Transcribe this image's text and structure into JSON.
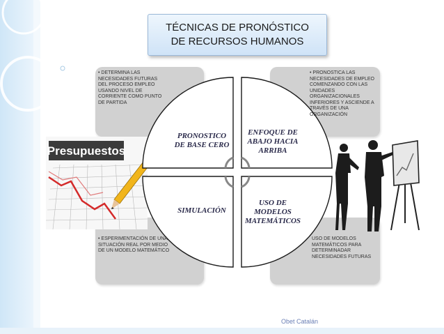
{
  "title": {
    "line1": "TÉCNICAS DE PRONÓSTICO",
    "line2": "DE RECURSOS HUMANOS"
  },
  "notes": {
    "top_left": "• DETERMINA LAS NECESIDADES FUTURAS DEL PROCESO EMPLEO USANDO NIVEL DE CORRIENTE COMO PUNTO DE PARTIDA",
    "top_right": "• PRONOSTICA LAS NECESIDADES DE EMPLEO COMENZANDO CON LAS UNIDADES ORGANIZACIONALES INFERIORES Y ASCIENDE A TRAVÉS DE UNA ORGANIZACIÓN",
    "bottom_left": "• ESPERIMENTACIÓN DE UNA SITUACIÓN REAL POR MEDIO DE UN MODELO MATEMÁTICO",
    "bottom_right": "USO DE MODELOS MATEMÁTICOS PARA DETERMINADAR NECESIDADES FUTURAS"
  },
  "sectors": {
    "top_left": "PRONOSTICO DE BASE CERO",
    "top_right": "ENFOQUE DE ABAJO HACIA ARRIBA",
    "bottom_left": "SIMULACIÓN",
    "bottom_right": "USO DE MODELOS MATEMÁTICOS"
  },
  "image_text": {
    "presupuestos": "Presupuestos"
  },
  "footer": {
    "author": "Obet Catalán"
  },
  "colors": {
    "note_fill": "#d1d1d1",
    "sector_fill": "#ffffff",
    "sector_stroke": "#1a1a1a",
    "title_fill": "#d8e9f8",
    "accent_blue": "#5aa6d6",
    "footer_text": "#6a7fb5"
  },
  "icons": [
    "budget-chart-image",
    "pencil-icon",
    "business-people-silhouette",
    "presentation-easel-icon",
    "circular-arrows-icon"
  ]
}
